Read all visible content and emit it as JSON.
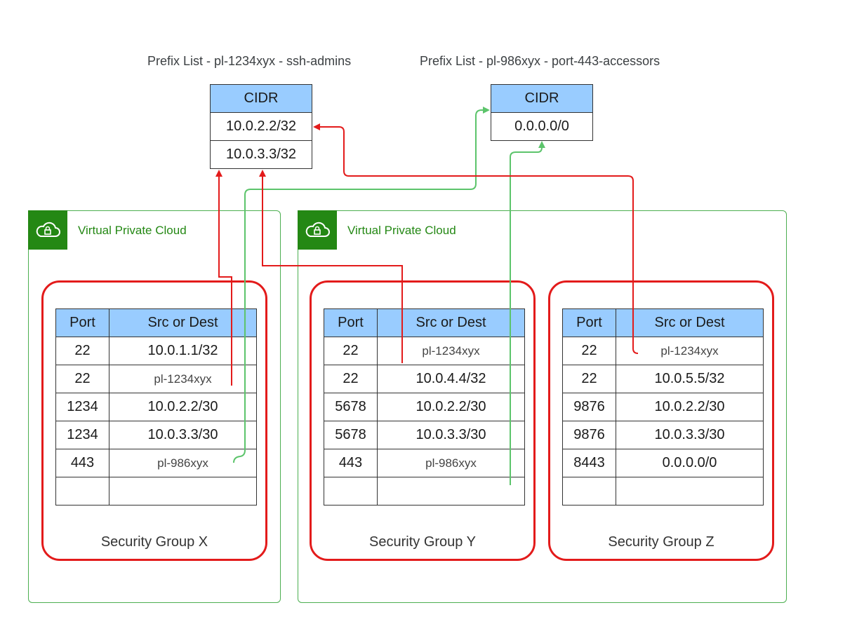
{
  "prefix_lists": [
    {
      "title": "Prefix List - pl-1234xyx  - ssh-admins",
      "header": "CIDR",
      "entries": [
        "10.0.2.2/32",
        "10.0.3.3/32"
      ]
    },
    {
      "title": "Prefix List - pl-986xyx  - port-443-accessors",
      "header": "CIDR",
      "entries": [
        "0.0.0.0/0"
      ]
    }
  ],
  "vpcs": [
    {
      "label": "Virtual Private Cloud",
      "icon": "cloud-lock-icon"
    },
    {
      "label": "Virtual Private Cloud",
      "icon": "cloud-lock-icon"
    }
  ],
  "security_groups": [
    {
      "name": "Security Group X",
      "headers": [
        "Port",
        "Src or Dest"
      ],
      "rows": [
        [
          "22",
          "10.0.1.1/32"
        ],
        [
          "22",
          "pl-1234xyx"
        ],
        [
          "1234",
          "10.0.2.2/30"
        ],
        [
          "1234",
          "10.0.3.3/30"
        ],
        [
          "443",
          "pl-986xyx"
        ],
        [
          "",
          ""
        ]
      ]
    },
    {
      "name": "Security Group Y",
      "headers": [
        "Port",
        "Src or Dest"
      ],
      "rows": [
        [
          "22",
          "pl-1234xyx"
        ],
        [
          "22",
          "10.0.4.4/32"
        ],
        [
          "5678",
          "10.0.2.2/30"
        ],
        [
          "5678",
          "10.0.3.3/30"
        ],
        [
          "443",
          "pl-986xyx"
        ],
        [
          "",
          ""
        ]
      ]
    },
    {
      "name": "Security Group Z",
      "headers": [
        "Port",
        "Src or Dest"
      ],
      "rows": [
        [
          "22",
          "pl-1234xyx"
        ],
        [
          "22",
          "10.0.5.5/32"
        ],
        [
          "9876",
          "10.0.2.2/30"
        ],
        [
          "9876",
          "10.0.3.3/30"
        ],
        [
          "8443",
          "0.0.0.0/0"
        ],
        [
          "",
          ""
        ]
      ]
    }
  ],
  "colors": {
    "ssh_connector": "#e31b1b",
    "https_connector": "#5cc46b",
    "header_fill": "#99ccff",
    "vpc_green": "#248814"
  }
}
